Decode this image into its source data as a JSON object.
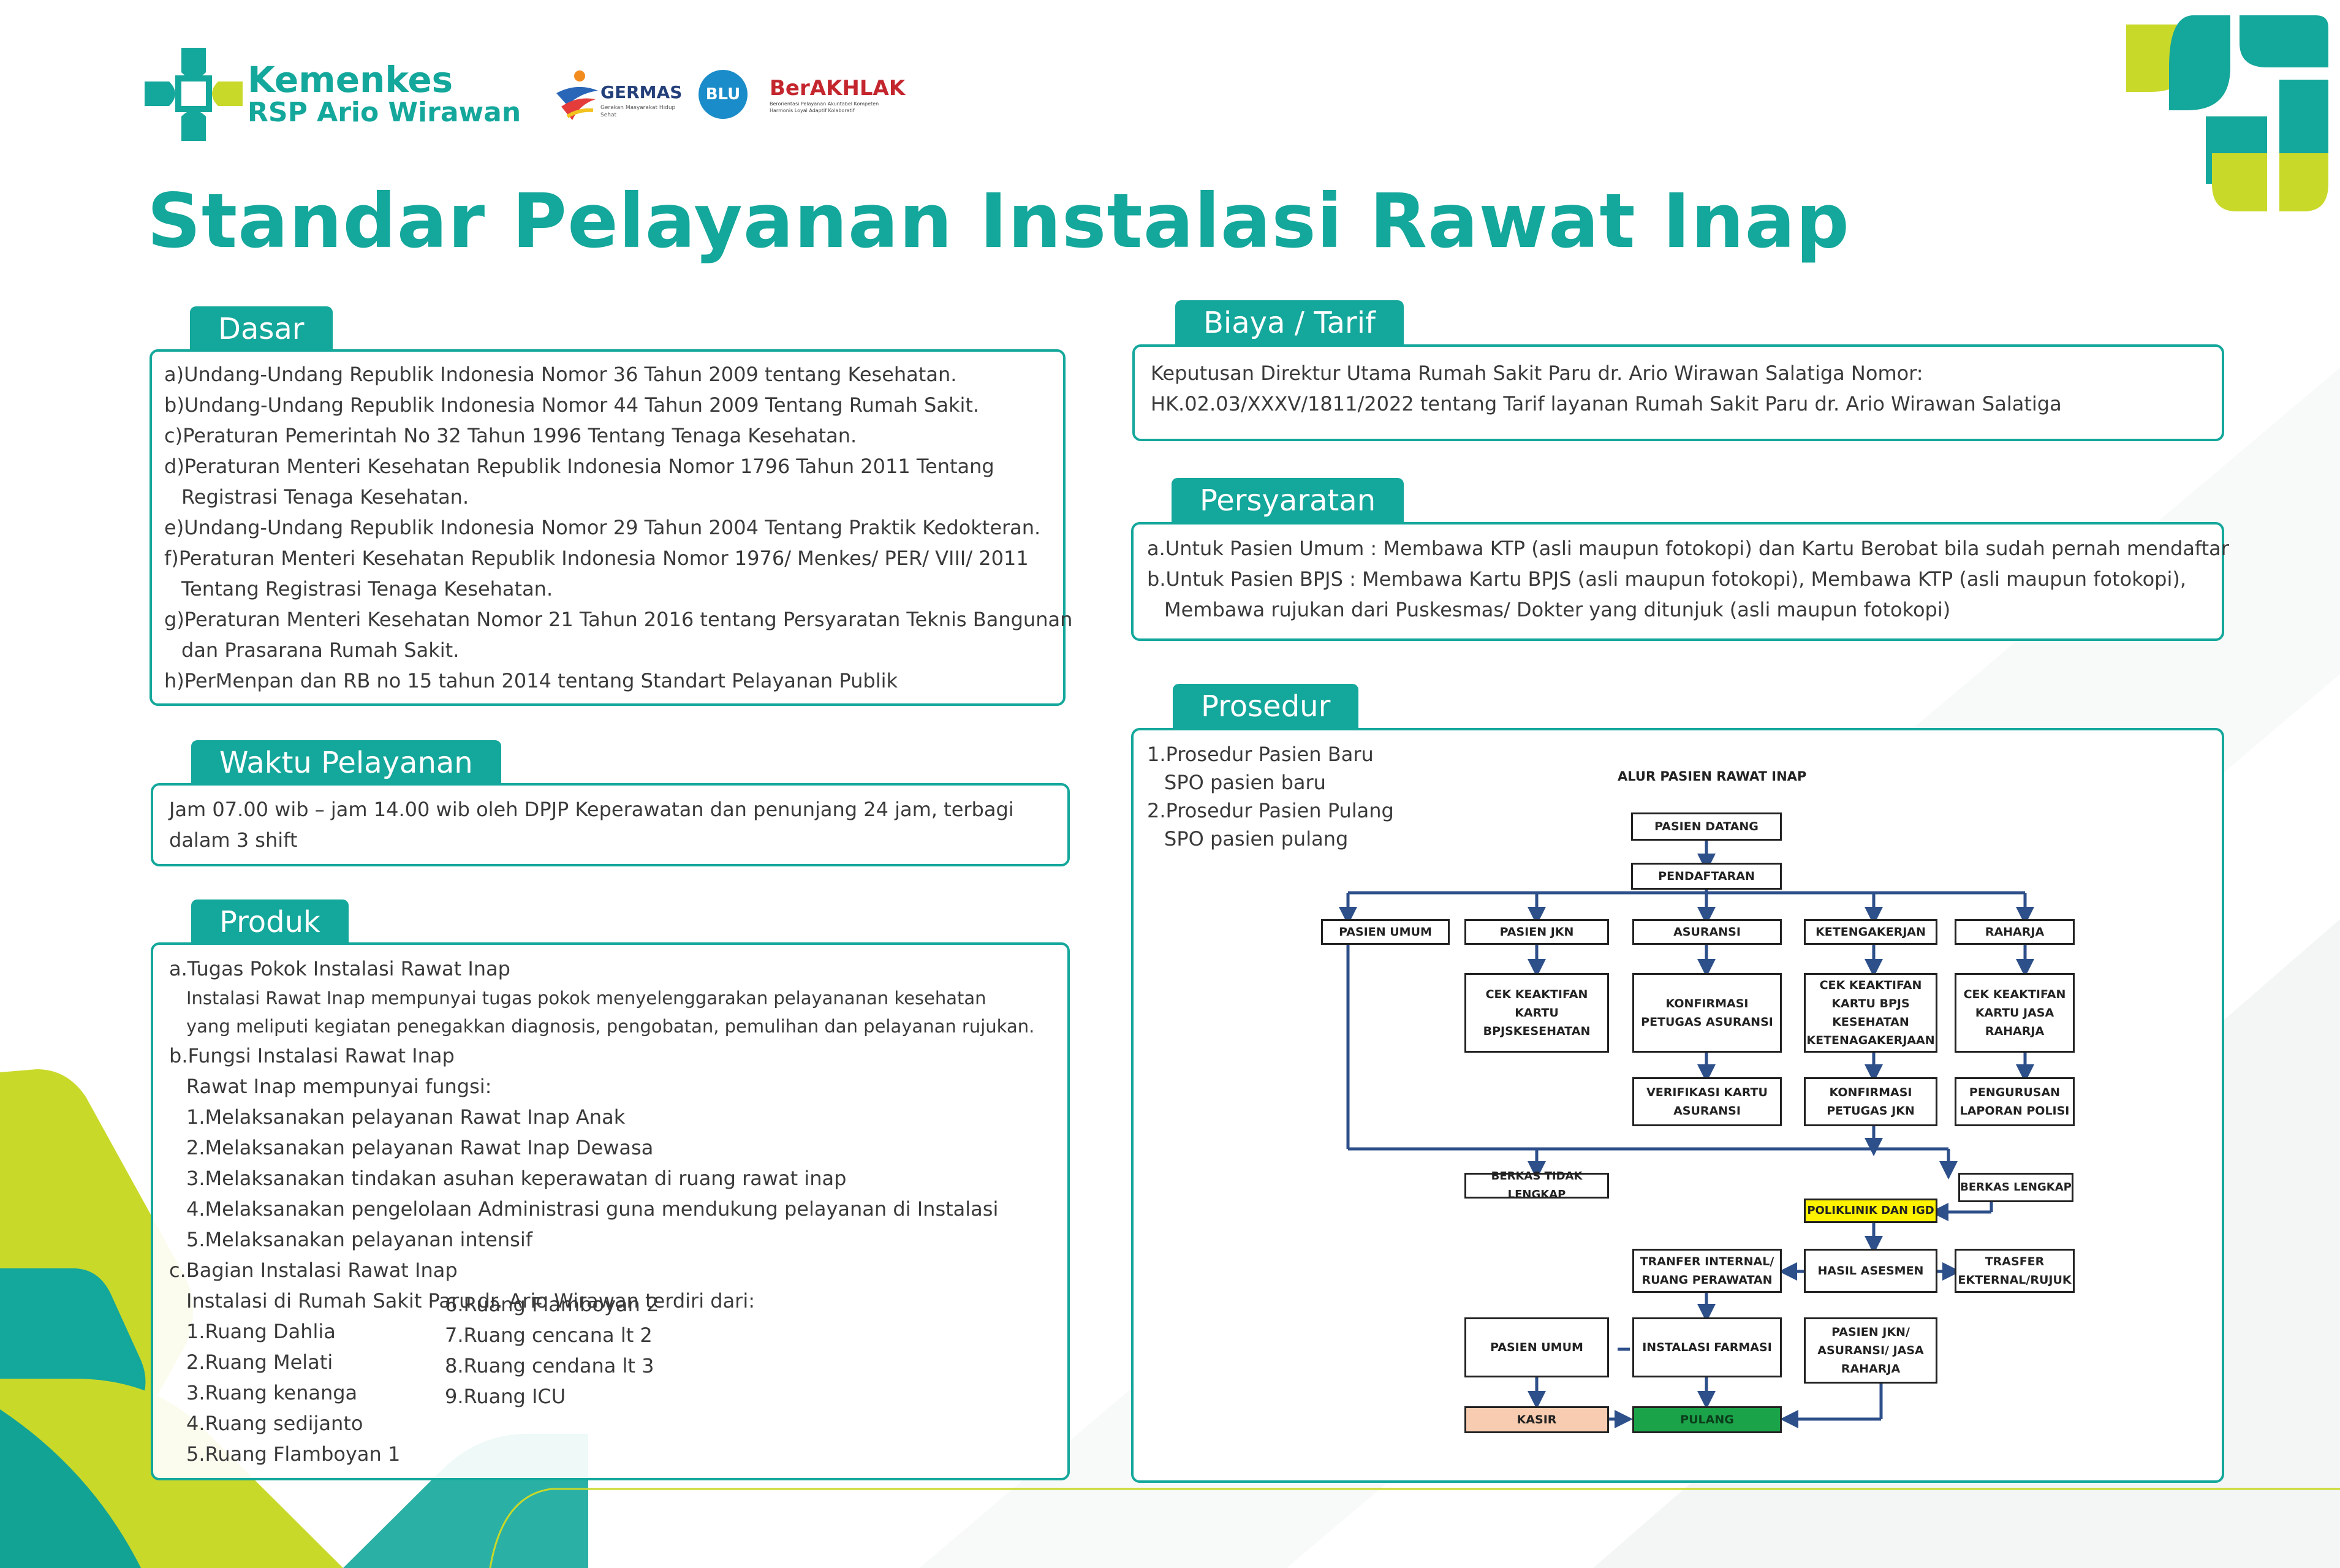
{
  "header": {
    "brand_top": "Kemenkes",
    "brand_bottom": "RSP Ario Wirawan",
    "germas": "GERMAS",
    "germas_sub": "Gerakan Masyarakat Hidup Sehat",
    "blu": "BLU",
    "berakhlak": "BerAKHLAK",
    "berakhlak_sub": "Berorientasi Pelayanan Akuntabel Kompeten Harmonis Loyal Adaptif Kolaboratif"
  },
  "title": "Standar Pelayanan Instalasi Rawat Inap",
  "dasar": {
    "label": "Dasar",
    "lines": [
      "a)Undang-Undang Republik Indonesia Nomor 36 Tahun 2009 tentang Kesehatan.",
      "b)Undang-Undang Republik Indonesia Nomor 44 Tahun 2009 Tentang Rumah Sakit.",
      "c)Peraturan Pemerintah No 32 Tahun 1996 Tentang Tenaga Kesehatan.",
      "d)Peraturan Menteri Kesehatan Republik Indonesia Nomor 1796 Tahun 2011 Tentang",
      "Registrasi Tenaga Kesehatan.",
      "e)Undang-Undang Republik Indonesia Nomor 29 Tahun 2004 Tentang Praktik Kedokteran.",
      "f)Peraturan Menteri Kesehatan Republik Indonesia Nomor 1976/ Menkes/ PER/ VIII/ 2011",
      "Tentang Registrasi Tenaga Kesehatan.",
      "g)Peraturan Menteri Kesehatan Nomor 21 Tahun 2016 tentang Persyaratan Teknis Bangunan",
      "dan Prasarana Rumah Sakit.",
      "h)PerMenpan dan RB no 15 tahun 2014 tentang Standart Pelayanan Publik"
    ]
  },
  "waktu": {
    "label": "Waktu Pelayanan",
    "lines": [
      "Jam 07.00 wib – jam 14.00 wib oleh DPJP Keperawatan dan penunjang 24 jam, terbagi",
      "dalam 3 shift"
    ]
  },
  "produk": {
    "label": "Produk",
    "a_title": "a.Tugas Pokok Instalasi Rawat Inap",
    "a_line1": "Instalasi Rawat Inap mempunyai tugas pokok menyelenggarakan pelayananan kesehatan",
    "a_line2": "yang meliputi kegiatan penegakkan diagnosis, pengobatan, pemulihan dan pelayanan rujukan.",
    "b_title": "b.Fungsi Instalasi Rawat Inap",
    "b_intro": "Rawat Inap mempunyai fungsi:",
    "b_items": [
      "1.Melaksanakan pelayanan Rawat Inap Anak",
      "2.Melaksanakan pelayanan Rawat Inap Dewasa",
      "3.Melaksanakan tindakan asuhan keperawatan di ruang rawat inap",
      "4.Melaksanakan pengelolaan Administrasi guna mendukung pelayanan di Instalasi",
      "5.Melaksanakan pelayanan intensif"
    ],
    "c_title": "c.Bagian Instalasi Rawat Inap",
    "c_intro": "Instalasi di Rumah Sakit Paru dr. Ario Wirawan terdiri dari:",
    "rooms_left": [
      "1.Ruang Dahlia",
      "2.Ruang Melati",
      "3.Ruang kenanga",
      "4.Ruang sedijanto",
      "5.Ruang Flamboyan 1"
    ],
    "rooms_right": [
      "6.Ruang Flamboyan 2",
      "7.Ruang cencana lt 2",
      "8.Ruang cendana lt 3",
      "9.Ruang ICU"
    ]
  },
  "biaya": {
    "label": "Biaya / Tarif",
    "lines": [
      "Keputusan Direktur Utama Rumah Sakit Paru dr. Ario Wirawan Salatiga Nomor:",
      "HK.02.03/XXXV/1811/2022 tentang Tarif layanan Rumah Sakit Paru dr. Ario Wirawan Salatiga"
    ]
  },
  "persyaratan": {
    "label": "Persyaratan",
    "lines": [
      "a.Untuk Pasien Umum : Membawa KTP (asli maupun fotokopi) dan Kartu Berobat bila sudah pernah mendaftar",
      "b.Untuk Pasien BPJS : Membawa Kartu BPJS (asli maupun fotokopi), Membawa KTP (asli maupun fotokopi),",
      "Membawa rujukan dari Puskesmas/ Dokter yang ditunjuk (asli maupun fotokopi)"
    ]
  },
  "prosedur": {
    "label": "Prosedur",
    "lines": [
      "1.Prosedur Pasien Baru",
      "SPO pasien baru",
      "2.Prosedur Pasien Pulang",
      "SPO pasien pulang"
    ],
    "flow": {
      "title": "ALUR PASIEN RAWAT INAP",
      "pasien_datang": "PASIEN DATANG",
      "pendaftaran": "PENDAFTARAN",
      "pasien_umum": "PASIEN UMUM",
      "pasien_jkn": "PASIEN JKN",
      "asuransi": "ASURANSI",
      "ketenagakerjan": "KETENGAKERJAN",
      "raharja": "RAHARJA",
      "cek_bpjs": "CEK KEAKTIFAN KARTU BPJSKESEHATAN",
      "konfirmasi_asuransi": "KONFIRMASI PETUGAS ASURANSI",
      "cek_ketenagakerjaan": "CEK KEAKTIFAN KARTU BPJS KESEHATAN KETENAGAKERJAAN",
      "cek_jasa_raharja": "CEK KEAKTIFAN KARTU JASA RAHARJA",
      "verifikasi_asuransi": "VERIFIKASI KARTU ASURANSI",
      "konfirmasi_jkn": "KONFIRMASI PETUGAS JKN",
      "pengurusan_polisi": "PENGURUSAN LAPORAN POLISI",
      "berkas_tidak_lengkap": "BERKAS TIDAK LENGKAP",
      "berkas_lengkap": "BERKAS LENGKAP",
      "poliklinik_igd": "POLIKLINIK DAN IGD",
      "transfer_internal": "TRANFER INTERNAL/ RUANG PERAWATAN",
      "hasil_asesmen": "HASIL ASESMEN",
      "transfer_eksternal": "TRASFER EKTERNAL/RUJUK",
      "pasien_umum2": "PASIEN UMUM",
      "instalasi_farmasi": "INSTALASI FARMASI",
      "pasien_jkn_asuransi": "PASIEN JKN/ ASURANSI/ JASA RAHARJA",
      "kasir": "KASIR",
      "pulang": "PULANG"
    }
  },
  "colors": {
    "teal": "#14a79b",
    "lime": "#c9d92a",
    "kasir_fill": "#f8ccb0",
    "pulang_fill": "#1ba34a",
    "igd_fill": "#fff200"
  }
}
